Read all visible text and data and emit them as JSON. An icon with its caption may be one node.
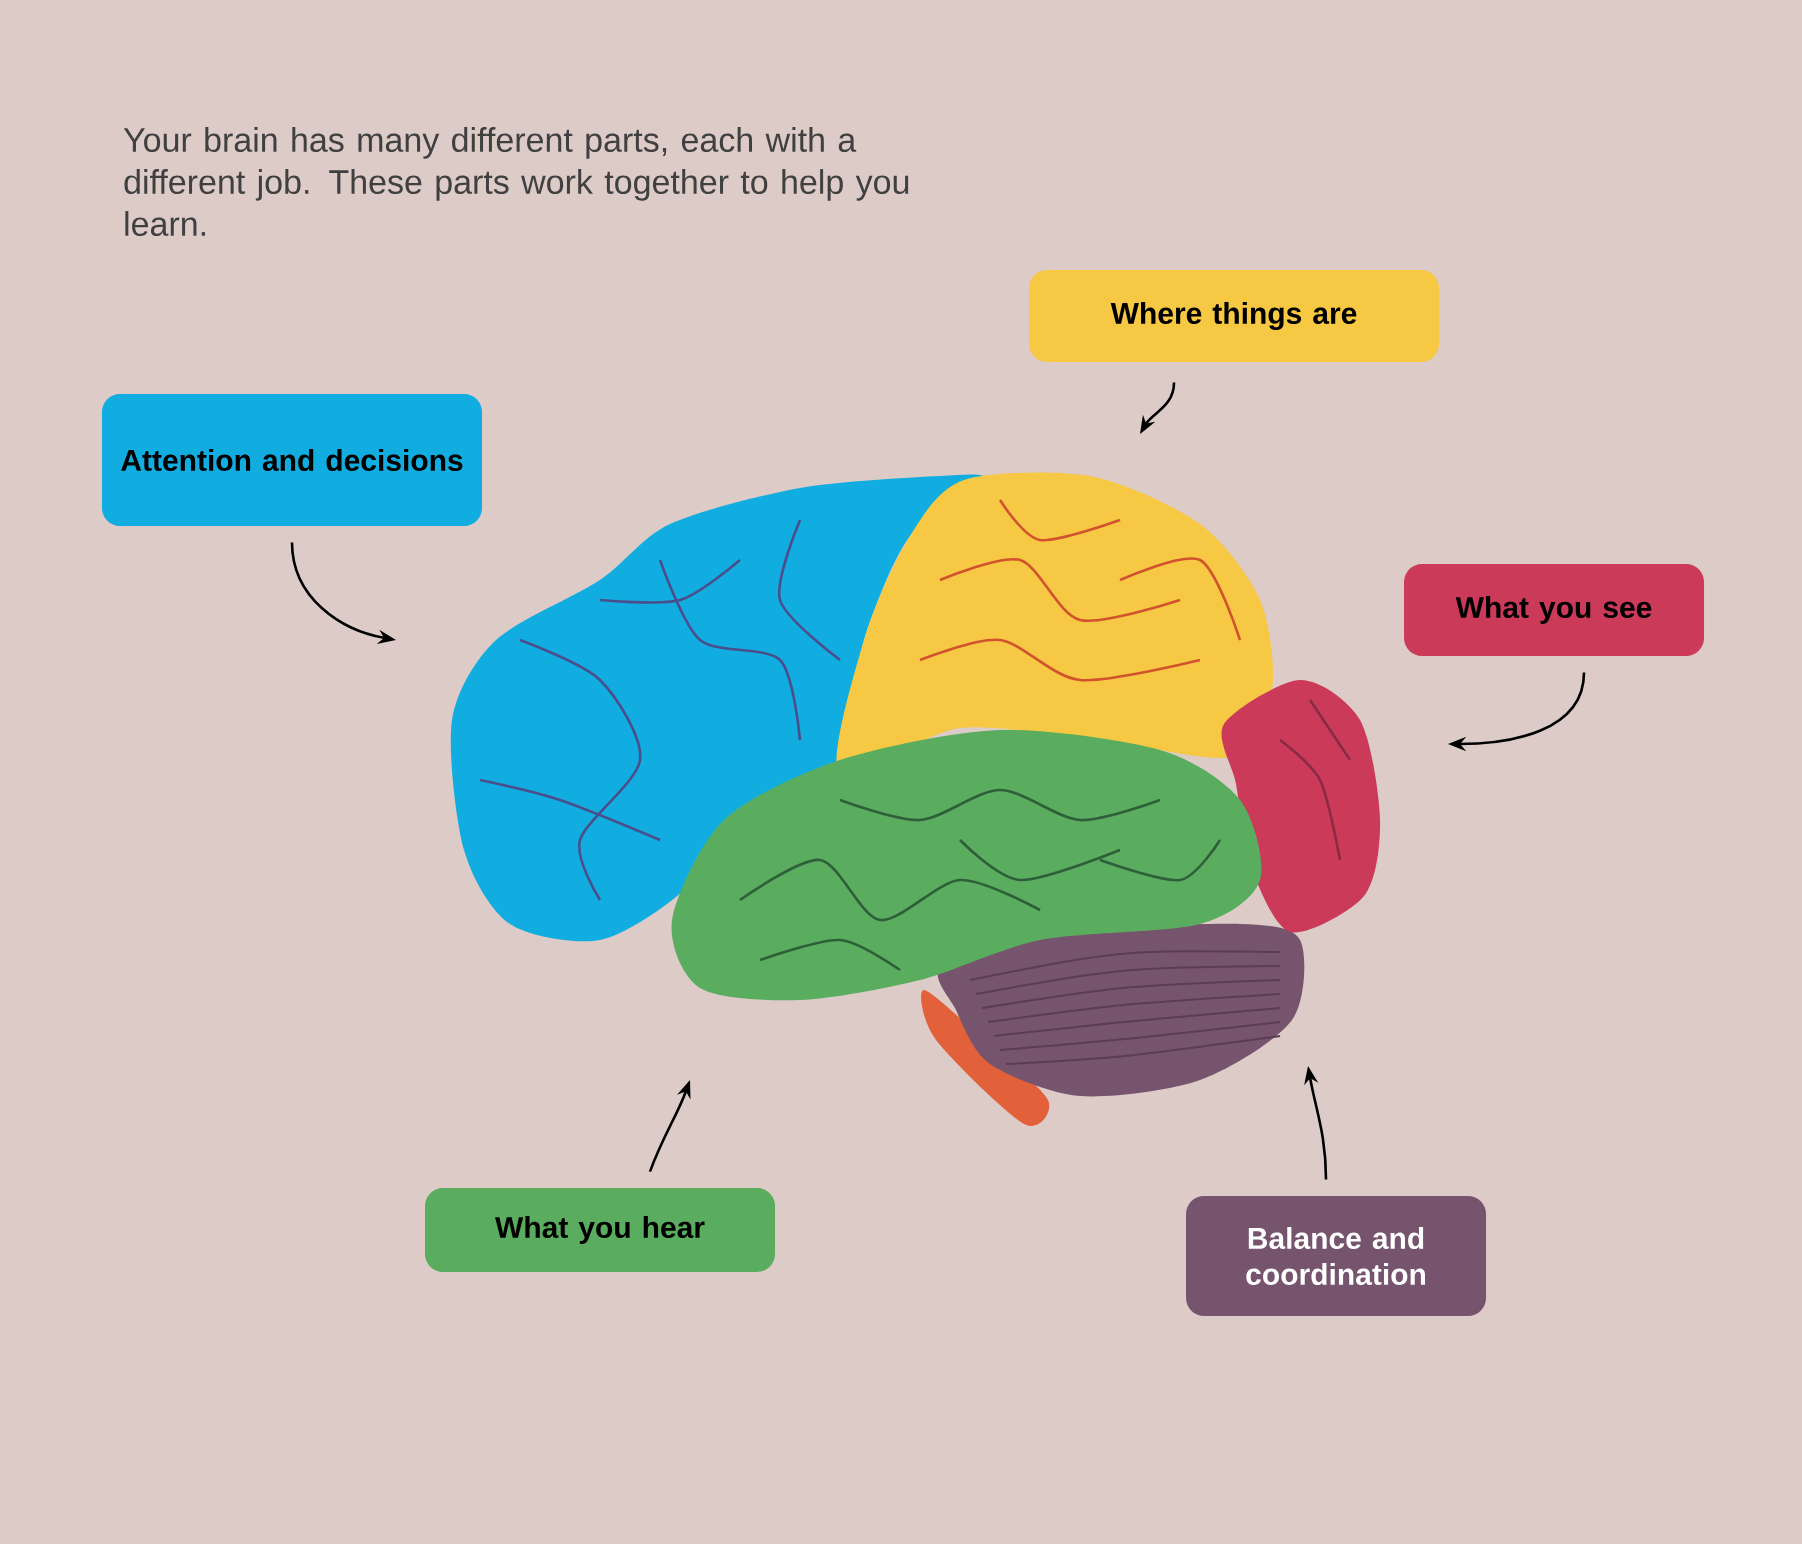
{
  "diagram": {
    "title": "Your brain has many different parts, each with a different job.  These parts work together to help you learn.",
    "nodes": [
      {
        "text": [
          "Where things are"
        ]
      },
      {
        "text": [
          "Attention and decisions"
        ]
      },
      {
        "text": [
          "What you see"
        ]
      },
      {
        "text": [
          "What you hear"
        ]
      },
      {
        "text": [
          "Balance and coordination"
        ]
      }
    ],
    "edges": [
      {
        "from": 0,
        "to": null,
        "arrow": "to"
      },
      {
        "from": 1,
        "to": null,
        "arrow": "to"
      },
      {
        "from": 2,
        "to": null,
        "arrow": "to"
      },
      {
        "from": 3,
        "to": null,
        "arrow": "to"
      },
      {
        "from": 4,
        "to": null,
        "arrow": "to"
      }
    ]
  }
}
